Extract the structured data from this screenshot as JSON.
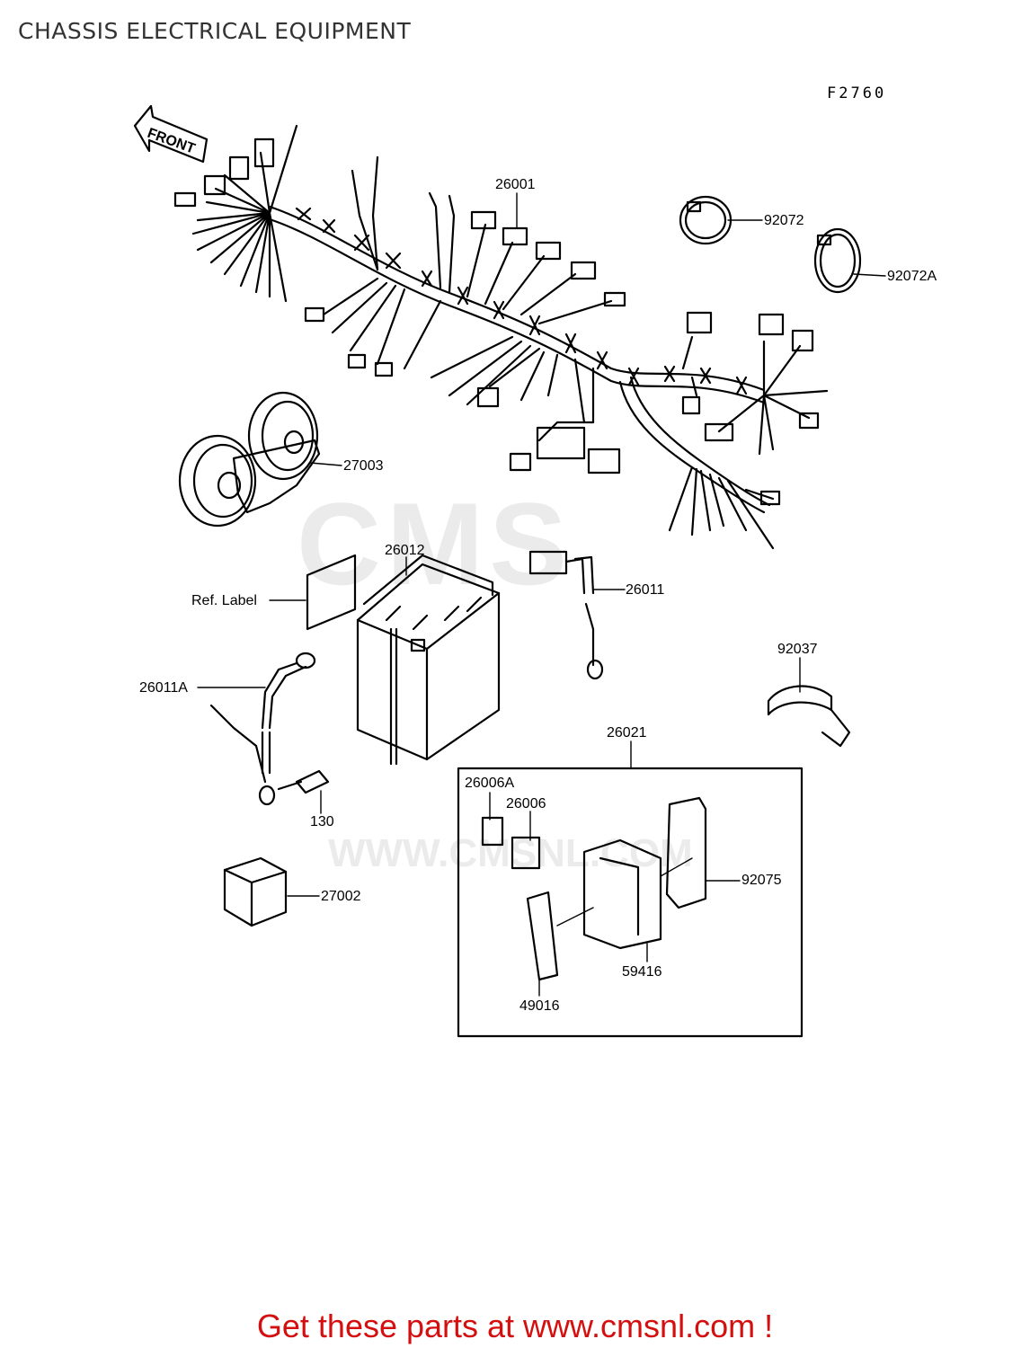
{
  "page_title": "CHASSIS ELECTRICAL EQUIPMENT",
  "figure_code": "F2760",
  "front_arrow_label": "FRONT",
  "watermark": {
    "text": "CMS",
    "url": "WWW.CMSNL.COM"
  },
  "parts": {
    "p26001": "26001",
    "p92072": "92072",
    "p92072A": "92072A",
    "p27003": "27003",
    "p26012": "26012",
    "p26011": "26011",
    "ref_label": "Ref. Label",
    "p26011A": "26011A",
    "p92037": "92037",
    "p130": "130",
    "p26021": "26021",
    "p26006A": "26006A",
    "p26006": "26006",
    "p27002": "27002",
    "p92075": "92075",
    "p59416": "59416",
    "p49016": "49016"
  },
  "footer_text": "Get these parts at www.cmsnl.com !",
  "colors": {
    "footer": "#d30f0f",
    "line": "#000000",
    "watermark": "#ebebeb"
  }
}
